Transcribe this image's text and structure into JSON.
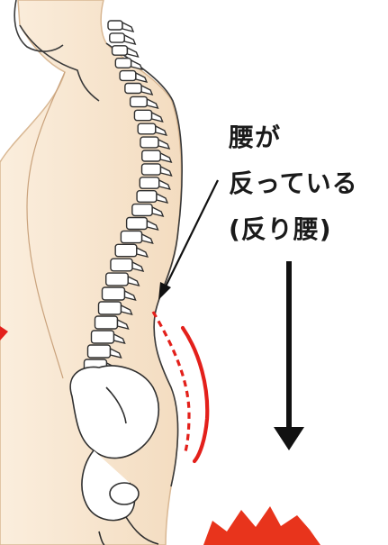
{
  "caption": {
    "lines": [
      "腰が",
      "反っている",
      "(反り腰)"
    ]
  },
  "colors": {
    "skin": "#f8e6cf",
    "skin_outline": "#d9b894",
    "body_outline": "#3a3a3a",
    "bone": "#ffffff",
    "bone_outline": "#2f2f2f",
    "accent_red": "#e3201b",
    "arrow": "#111111",
    "burst": "#e8341c"
  },
  "icons": {
    "pointer": "diagonal-arrow",
    "force": "down-arrow",
    "impact": "burst-shape",
    "curve": "dashed-red-curve"
  }
}
